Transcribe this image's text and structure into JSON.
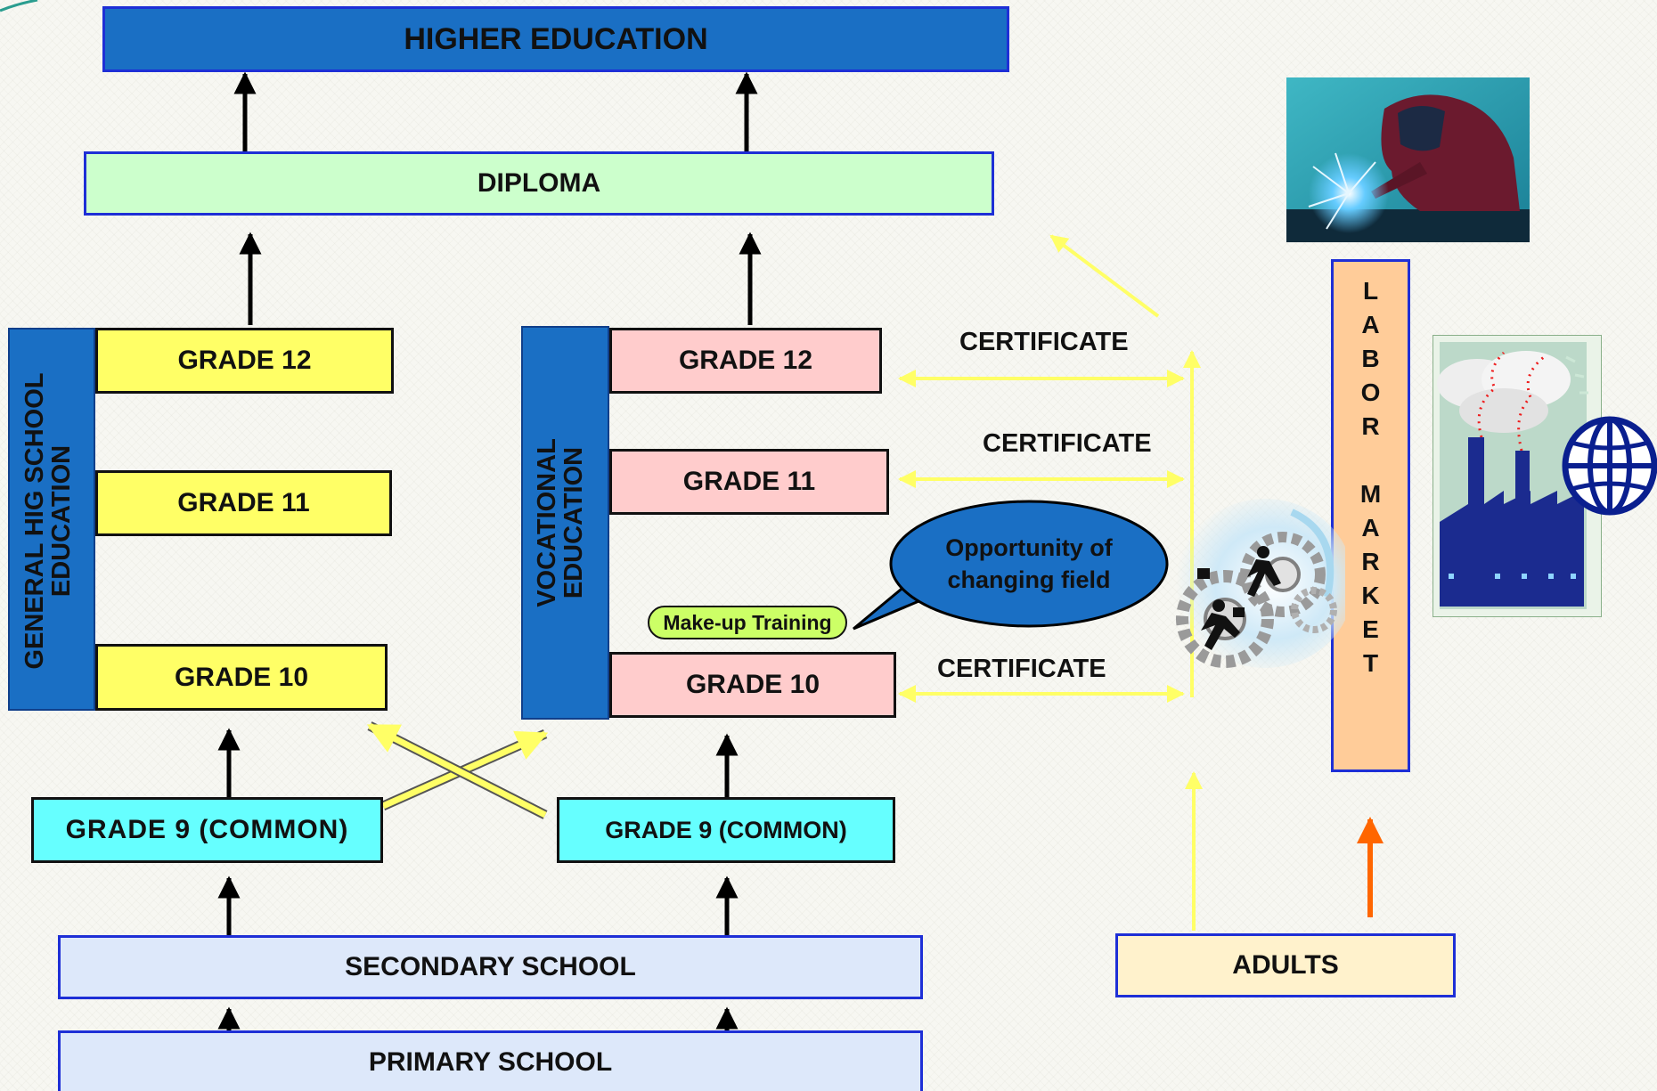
{
  "higher_education": "HIGHER EDUCATION",
  "diploma": "DIPLOMA",
  "general_track": {
    "label_line1": "GENERAL HIG SCHOOL",
    "label_line2": "EDUCATION",
    "grade12": "GRADE 12",
    "grade11": "GRADE 11",
    "grade10": "GRADE 10",
    "grade9": "GRADE 9 (COMMON)"
  },
  "vocational_track": {
    "label_line1": "VOCATIONAL",
    "label_line2": "EDUCATION",
    "grade12": "GRADE 12",
    "grade11": "GRADE 11",
    "grade10": "GRADE 10",
    "grade9": "GRADE 9 (COMMON)",
    "makeup": "Make-up Training"
  },
  "callout": {
    "line1": "Opportunity of",
    "line2": "changing field"
  },
  "certificates": [
    "CERTIFICATE",
    "CERTIFICATE",
    "CERTIFICATE"
  ],
  "secondary_school": "SECONDARY SCHOOL",
  "primary_school": "PRIMARY SCHOOL",
  "adults": "ADULTS",
  "labor_market": {
    "word1": [
      "L",
      "A",
      "B",
      "O",
      "R"
    ],
    "word2": [
      "M",
      "A",
      "R",
      "K",
      "E",
      "T"
    ]
  },
  "icons": [
    "welder-icon",
    "factory-icon",
    "globe-icon",
    "gears-businessmen-icon"
  ],
  "colors": {
    "blue": "#1a6fc4",
    "yellow": "#ffff66",
    "pink": "#ffcccc",
    "cyan": "#66ffff",
    "light_green": "#ccffcc",
    "light_blue": "#dde8fa",
    "peach": "#ffcc99",
    "cream": "#fff2cc"
  }
}
